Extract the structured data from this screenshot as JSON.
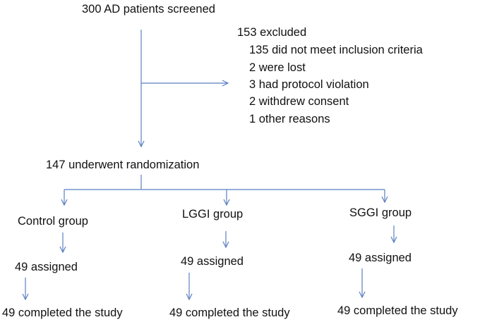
{
  "screened": "300 AD patients screened",
  "excluded": {
    "title": "153 excluded",
    "reasons": [
      "135 did not meet inclusion criteria",
      "2 were lost",
      "3 had protocol violation",
      "2 withdrew consent",
      "1 other reasons"
    ]
  },
  "randomized": "147 underwent randomization",
  "groups": [
    {
      "name": "Control group",
      "assigned": "49 assigned",
      "completed": "49 completed the study"
    },
    {
      "name": "LGGI group",
      "assigned": "49 assigned",
      "completed": "49 completed the study"
    },
    {
      "name": "SGGI group",
      "assigned": "49 assigned",
      "completed": "49 completed the study"
    }
  ],
  "colors": {
    "arrow": "#5b7fc0",
    "text": "#111111"
  }
}
